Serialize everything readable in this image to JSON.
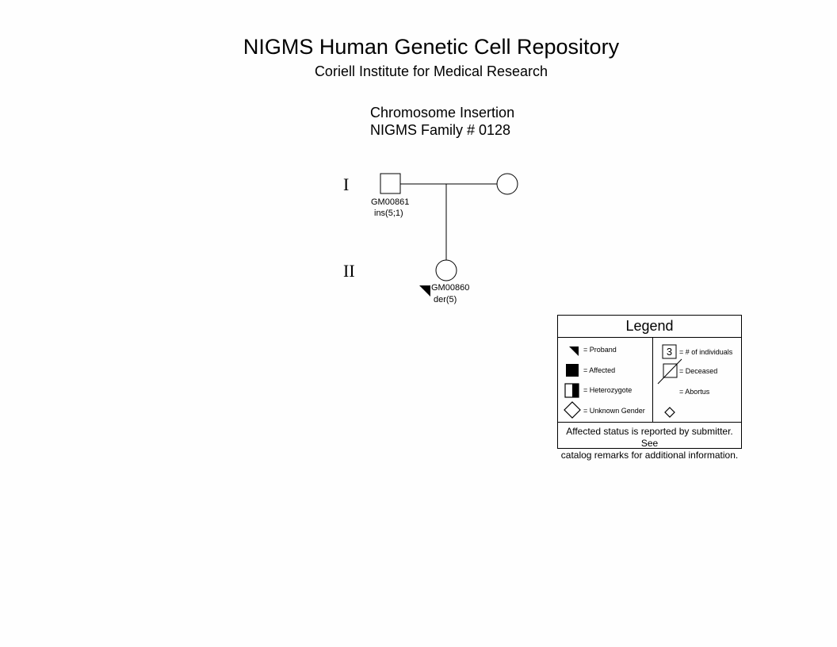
{
  "header": {
    "title": "NIGMS Human Genetic Cell Repository",
    "subtitle": "Coriell Institute for Medical Research"
  },
  "pedigree": {
    "title_line1": "Chromosome Insertion",
    "title_line2": "NIGMS Family # 0128",
    "generations": [
      "I",
      "II"
    ],
    "individuals": [
      {
        "id": "GM00861",
        "karyotype": "ins(5;1)",
        "sex": "male",
        "generation": "I"
      },
      {
        "id": "",
        "karyotype": "",
        "sex": "female",
        "generation": "I"
      },
      {
        "id": "GM00860",
        "karyotype": "der(5)",
        "sex": "female",
        "generation": "II",
        "proband": true
      }
    ]
  },
  "legend": {
    "title": "Legend",
    "items_left": [
      "= Proband",
      "= Affected",
      "= Heterozygote",
      "= Unknown Gender"
    ],
    "items_right": [
      "= # of individuals",
      "= Deceased",
      "= Abortus"
    ],
    "count_example": "3",
    "note_line1": "Affected status is reported by submitter. See",
    "note_line2": "catalog remarks for additional information."
  }
}
